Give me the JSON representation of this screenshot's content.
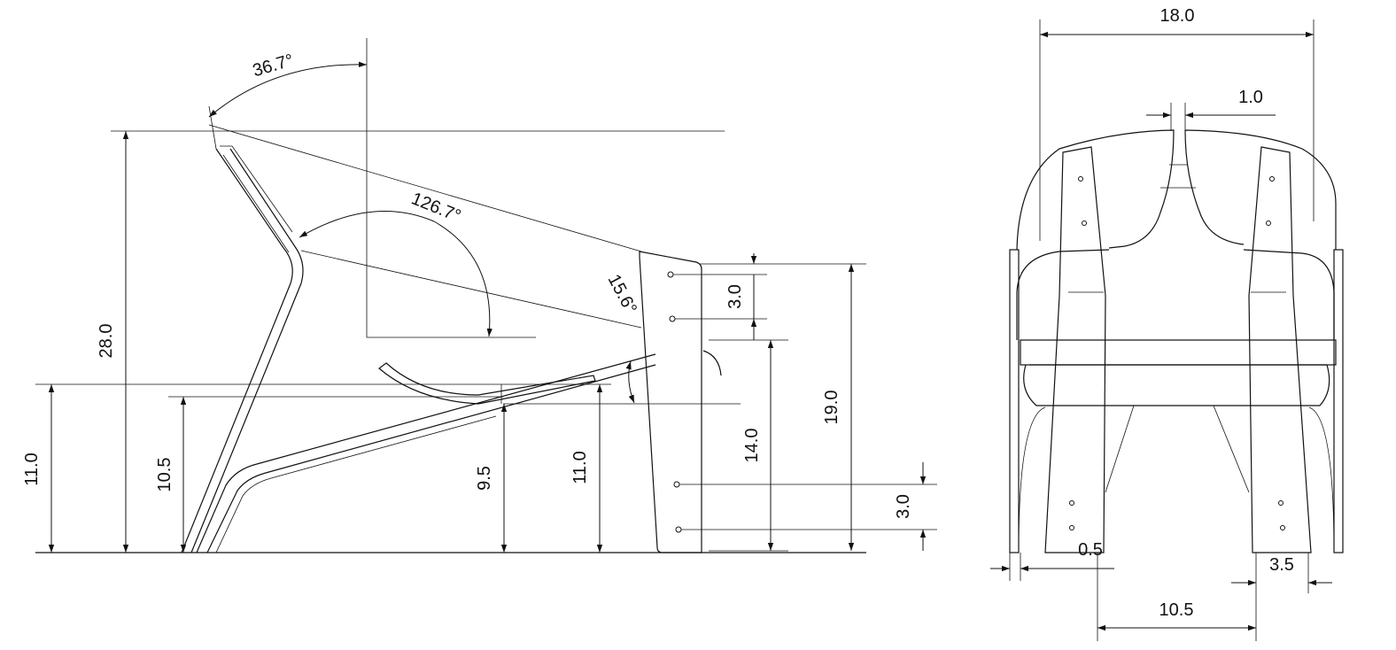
{
  "side_view": {
    "angles": {
      "back_rake": "36.7°",
      "seat_back": "126.7°",
      "seat_tilt": "15.6°"
    },
    "dims": {
      "overall_height": "28.0",
      "arm_height": "11.0",
      "seat_front_height": "10.5",
      "seat_rear_height": "9.5",
      "seat_height_mid": "11.0",
      "upper_hole_spacing": "3.0",
      "lower_hole_offset": "14.0",
      "panel_height": "19.0",
      "lower_hole_spacing": "3.0"
    }
  },
  "front_view": {
    "dims": {
      "overall_width": "18.0",
      "back_gap": "1.0",
      "frame_offset": "0.5",
      "leg_width": "3.5",
      "leg_spacing": "10.5"
    }
  }
}
